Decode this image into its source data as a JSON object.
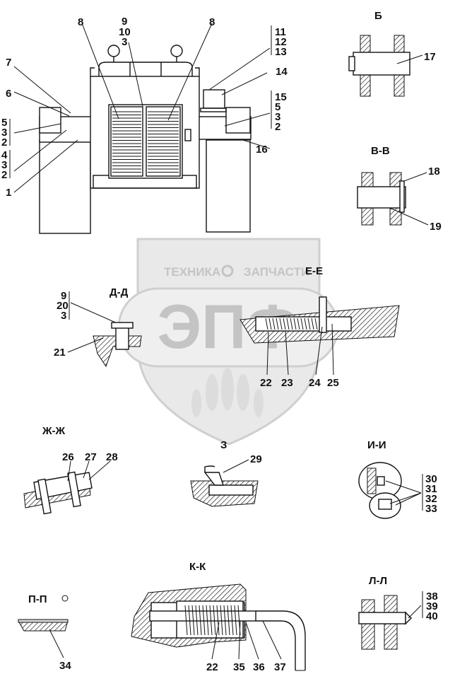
{
  "watermark": {
    "line1_left": "ТЕХНИКА",
    "line1_right": "ЗАПЧАСТИ",
    "logo": "ЭПФ"
  },
  "main_view": {
    "callouts": {
      "c8a": "8",
      "c8b": "8",
      "c9": "9",
      "c10": "10",
      "c3a": "3",
      "c11": "11",
      "c12": "12",
      "c13": "13",
      "c7": "7",
      "c14": "14",
      "c6": "6",
      "c15": "15",
      "c5r": "5",
      "c3r": "3",
      "c2r": "2",
      "c5l": "5",
      "c3l": "3",
      "c2l": "2",
      "c4": "4",
      "c3l2": "3",
      "c2l2": "2",
      "c16": "16",
      "c1": "1"
    }
  },
  "sections": {
    "b": {
      "title": "Б",
      "callouts": [
        "17"
      ]
    },
    "vv": {
      "title": "В-В",
      "callouts": [
        "18",
        "19"
      ]
    },
    "dd": {
      "title": "Д-Д",
      "callouts": [
        "9",
        "20",
        "3",
        "21"
      ]
    },
    "ee": {
      "title": "Е-Е",
      "callouts": [
        "22",
        "23",
        "24",
        "25"
      ]
    },
    "zhzh": {
      "title": "Ж-Ж",
      "callouts": [
        "26",
        "27",
        "28"
      ]
    },
    "z": {
      "title": "З",
      "callouts": [
        "29"
      ]
    },
    "ii": {
      "title": "И-И",
      "callouts": [
        "30",
        "31",
        "32",
        "33"
      ]
    },
    "kk": {
      "title": "К-К",
      "callouts": [
        "22",
        "35",
        "36",
        "37"
      ]
    },
    "pp": {
      "title": "П-П",
      "callouts": [
        "34"
      ]
    },
    "ll": {
      "title": "Л-Л",
      "callouts": [
        "38",
        "39",
        "40"
      ]
    }
  }
}
